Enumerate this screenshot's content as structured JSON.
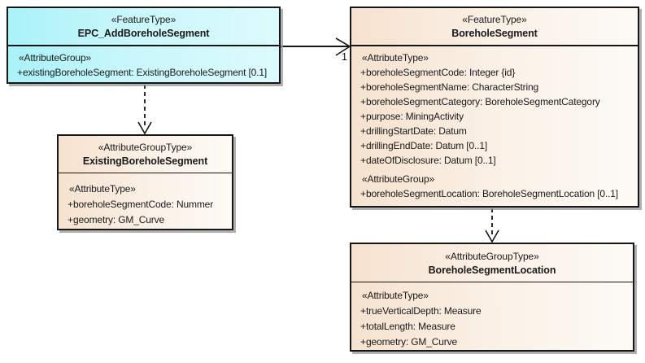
{
  "diagram": {
    "kind": "uml-class-diagram",
    "colors": {
      "feature_type_fill": "#aaf2f9",
      "group_type_fill": "#f6e2cf",
      "border": "#161616",
      "background": "#ffffff"
    },
    "boxes": {
      "epc": {
        "stereotype": "«FeatureType»",
        "name": "EPC_AddBoreholeSegment",
        "rows": [
          {
            "kind": "stereo",
            "text": "«AttributeGroup»"
          },
          {
            "kind": "attr",
            "vis": "+",
            "text": "existingBoreholeSegment: ExistingBoreholeSegment [0.1]"
          }
        ]
      },
      "borehole": {
        "stereotype": "«FeatureType»",
        "name": "BoreholeSegment",
        "rows": [
          {
            "kind": "stereo",
            "text": "«AttributeType»"
          },
          {
            "kind": "attr",
            "vis": "+",
            "text": "boreholeSegmentCode: Integer {id}"
          },
          {
            "kind": "attr",
            "vis": "+",
            "text": "boreholeSegmentName: CharacterString"
          },
          {
            "kind": "attr",
            "vis": "+",
            "text": "boreholeSegmentCategory: BoreholeSegmentCategory"
          },
          {
            "kind": "attr",
            "vis": "+",
            "text": "purpose: MiningActivity"
          },
          {
            "kind": "attr",
            "vis": "+",
            "text": "drillingStartDate: Datum"
          },
          {
            "kind": "attr",
            "vis": "+",
            "text": "drillingEndDate: Datum [0..1]"
          },
          {
            "kind": "attr",
            "vis": "+",
            "text": "dateOfDisclosure: Datum [0..1]"
          },
          {
            "kind": "stereo",
            "text": "«AttributeGroup»"
          },
          {
            "kind": "attr",
            "vis": "+",
            "text": "boreholeSegmentLocation: BoreholeSegmentLocation [0..1]"
          }
        ]
      },
      "existing": {
        "stereotype": "«AttributeGroupType»",
        "name": "ExistingBoreholeSegment",
        "rows": [
          {
            "kind": "stereo",
            "text": "«AttributeType»"
          },
          {
            "kind": "attr",
            "vis": "+",
            "text": "boreholeSegmentCode: Nummer"
          },
          {
            "kind": "attr",
            "vis": "+",
            "text": "geometry: GM_Curve"
          }
        ]
      },
      "location": {
        "stereotype": "«AttributeGroupType»",
        "name": "BoreholeSegmentLocation",
        "rows": [
          {
            "kind": "stereo",
            "text": "«AttributeType»"
          },
          {
            "kind": "attr",
            "vis": "+",
            "text": "trueVerticalDepth: Measure"
          },
          {
            "kind": "attr",
            "vis": "+",
            "text": "totalLength: Measure"
          },
          {
            "kind": "attr",
            "vis": "+",
            "text": "geometry: GM_Curve"
          }
        ]
      }
    },
    "connectors": {
      "assoc_epc_to_borehole": {
        "style": "solid",
        "arrow": "open",
        "multiplicity": "1"
      },
      "dep_epc_to_existing": {
        "style": "dashed",
        "arrow": "open"
      },
      "dep_borehole_to_location": {
        "style": "dashed",
        "arrow": "open"
      }
    }
  }
}
